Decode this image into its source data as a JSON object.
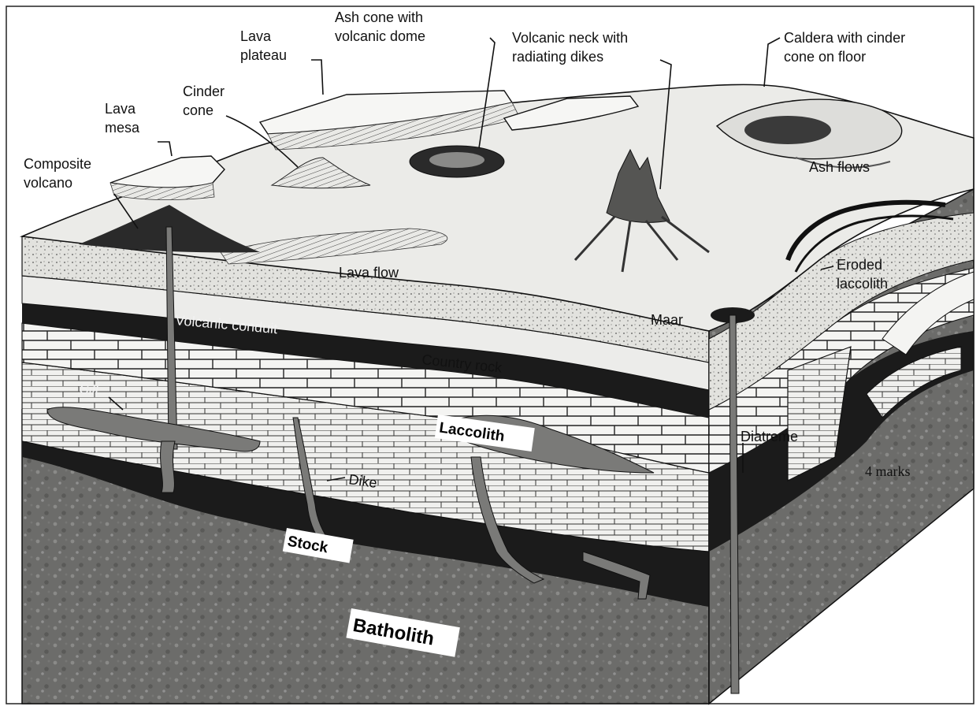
{
  "labels": {
    "composite_volcano": [
      "Composite",
      "volcano"
    ],
    "lava_mesa": [
      "Lava",
      "mesa"
    ],
    "cinder_cone": [
      "Cinder",
      "cone"
    ],
    "lava_plateau": [
      "Lava",
      "plateau"
    ],
    "ash_cone": [
      "Ash cone with",
      "volcanic dome"
    ],
    "volcanic_neck": [
      "Volcanic neck with",
      "radiating dikes"
    ],
    "caldera": [
      "Caldera with cinder",
      "cone on floor"
    ],
    "ash_flows": "Ash flows",
    "lava_flow": "Lava flow",
    "eroded_laccolith": [
      "Eroded",
      "laccolith"
    ],
    "maar": "Maar",
    "volcanic_conduit": "Volcanic conduit",
    "country_rock": "Country rock",
    "sill": "Sill",
    "dike": "Dike",
    "diatreme": "Diatreme",
    "marks_note": "4 marks",
    "laccolith": "Laccolith",
    "stock": "Stock",
    "batholith": "Batholith"
  },
  "colors": {
    "surface": "#e9e9e6",
    "sand_layer": "#dcdcd8",
    "dark_band": "#1b1b1b",
    "brick_layer": "#f4f4f2",
    "batholith": "#6c6c6a",
    "intrusion": "#7a7a78",
    "outline": "#111111"
  }
}
